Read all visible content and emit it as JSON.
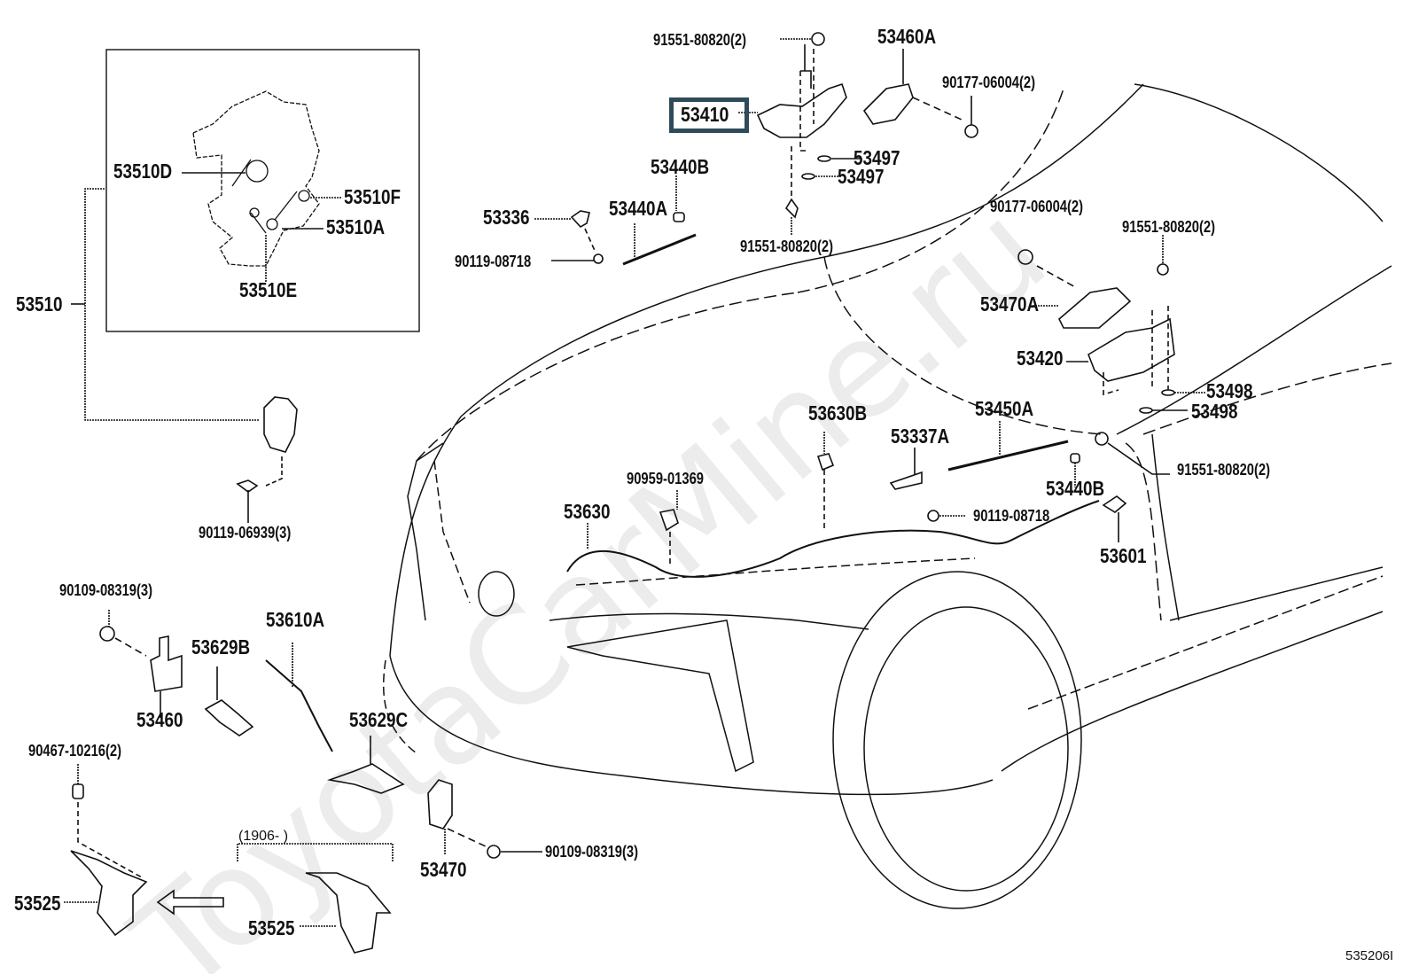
{
  "diagram": {
    "title": "Hood lock & hinge parts diagram",
    "reference_code": "535206I",
    "watermark": "ToyotaCarMine.ru",
    "highlight_color": "#2f4b5a",
    "inset": {
      "assembly": "53510",
      "parts": [
        "53510D",
        "53510F",
        "53510A",
        "53510E"
      ]
    },
    "labels": {
      "p53510": "53510",
      "p53510D": "53510D",
      "p53510F": "53510F",
      "p53510A": "53510A",
      "p53510E": "53510E",
      "p90119_06939": "90119-06939(3)",
      "p91551_top": "91551-80820(2)",
      "p53460A": "53460A",
      "p90177_top": "90177-06004(2)",
      "p53410": "53410",
      "p53497a": "53497",
      "p53497b": "53497",
      "p53440B_top": "53440B",
      "p53440A": "53440A",
      "p53336": "53336",
      "p90119_08718_left": "90119-08718",
      "p91551_mid": "91551-80820(2)",
      "p90177_right": "90177-06004(2)",
      "p91551_right": "91551-80820(2)",
      "p53470A": "53470A",
      "p53420": "53420",
      "p53498a": "53498",
      "p53498b": "53498",
      "p53450A": "53450A",
      "p53630B": "53630B",
      "p53337A": "53337A",
      "p91551_lower": "91551-80820(2)",
      "p53440B_lower": "53440B",
      "p90959": "90959-01369",
      "p53630": "53630",
      "p90119_08718_right": "90119-08718",
      "p53601": "53601",
      "p90109_left": "90109-08319(3)",
      "p53610A": "53610A",
      "p53629B": "53629B",
      "p53460": "53460",
      "p53629C": "53629C",
      "p90467": "90467-10216(2)",
      "p53525_left": "53525",
      "p53525_right": "53525",
      "p53470": "53470",
      "p90109_right": "90109-08319(3)",
      "date_range": "(1906-      )"
    }
  }
}
